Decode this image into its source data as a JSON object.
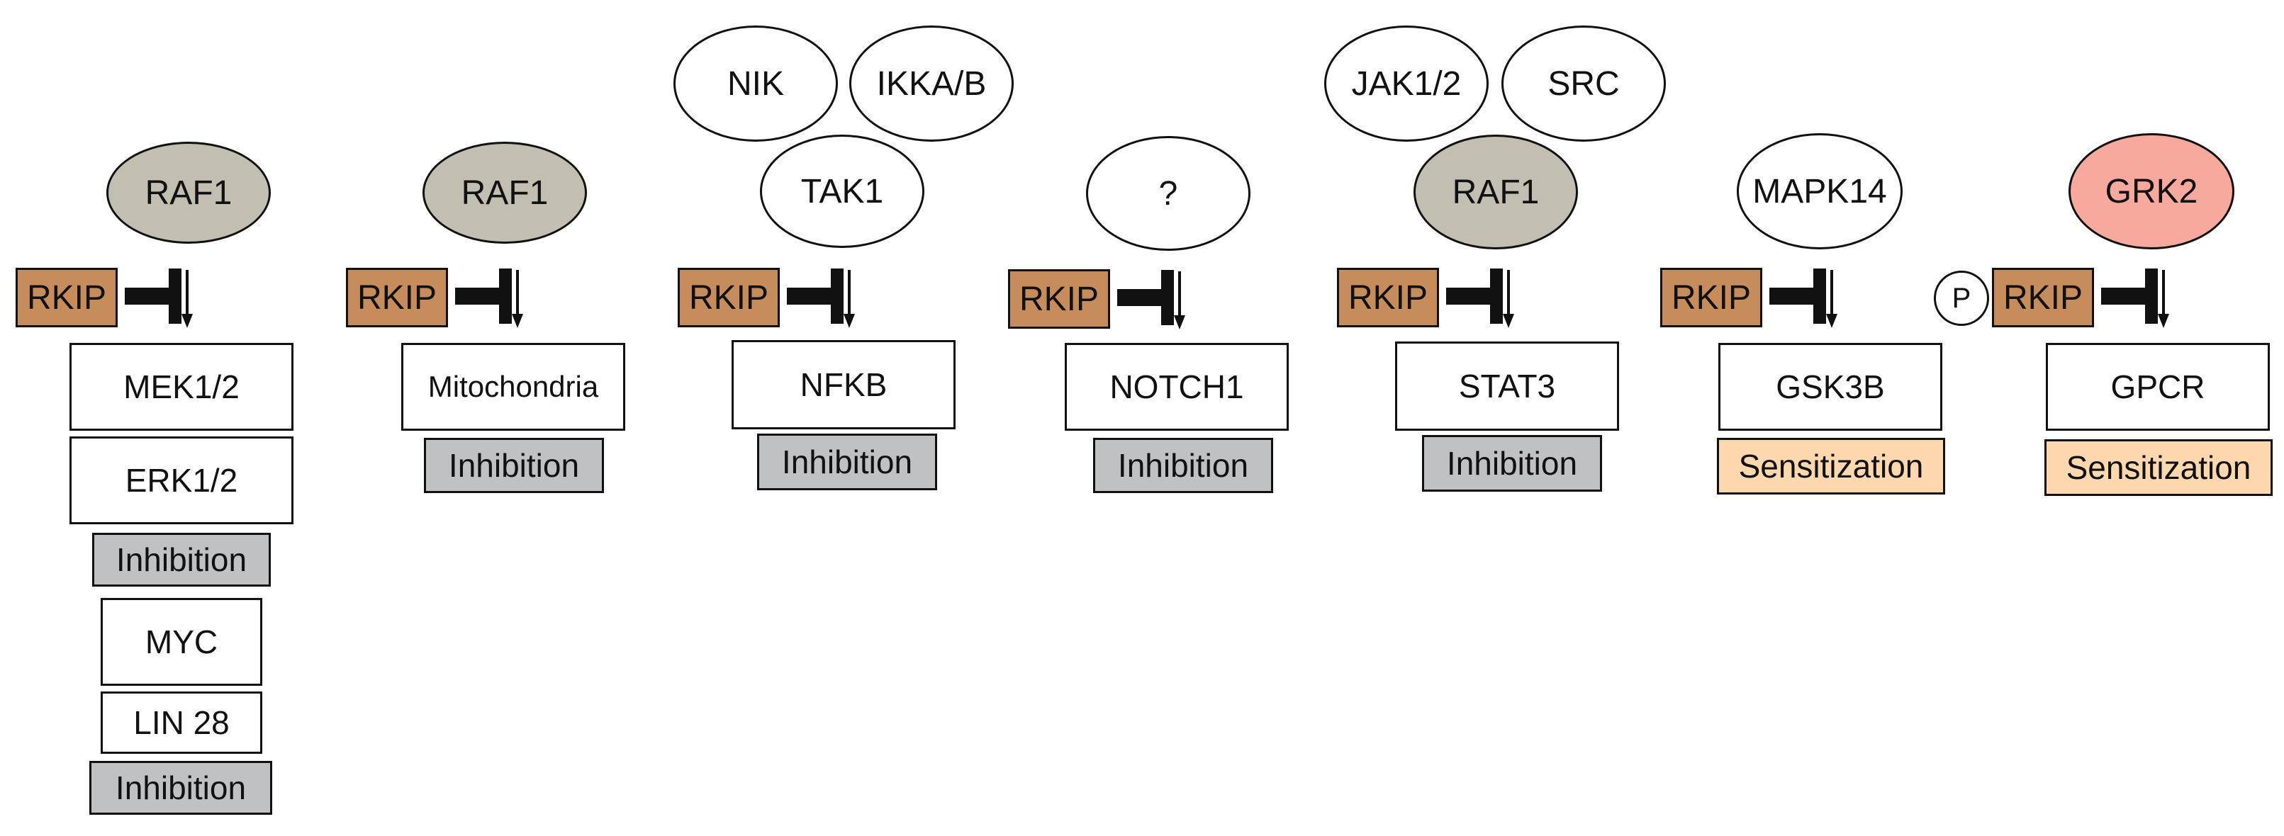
{
  "columns": [
    {
      "id": "col1",
      "ovals": [
        {
          "label": "RAF1",
          "style": "gray"
        }
      ],
      "rkip": "RKIP",
      "boxes": [
        "MEK1/2",
        "ERK1/2"
      ],
      "tag1": "Inhibition",
      "boxes2": [
        "MYC",
        "LIN 28"
      ],
      "tag2": "Inhibition"
    },
    {
      "id": "col2",
      "ovals": [
        {
          "label": "RAF1",
          "style": "gray"
        }
      ],
      "rkip": "RKIP",
      "boxes": [
        "Mitochondria"
      ],
      "tag1": "Inhibition"
    },
    {
      "id": "col3",
      "ovals": [
        {
          "label": "NIK"
        },
        {
          "label": "IKKA/B"
        },
        {
          "label": "TAK1"
        }
      ],
      "rkip": "RKIP",
      "boxes": [
        "NFKB"
      ],
      "tag1": "Inhibition"
    },
    {
      "id": "col4",
      "ovals": [
        {
          "label": "?"
        }
      ],
      "rkip": "RKIP",
      "boxes": [
        "NOTCH1"
      ],
      "tag1": "Inhibition"
    },
    {
      "id": "col5",
      "ovals": [
        {
          "label": "JAK1/2"
        },
        {
          "label": "SRC"
        },
        {
          "label": "RAF1",
          "style": "gray"
        }
      ],
      "rkip": "RKIP",
      "boxes": [
        "STAT3"
      ],
      "tag1": "Inhibition"
    },
    {
      "id": "col6",
      "ovals": [
        {
          "label": "MAPK14"
        }
      ],
      "rkip": "RKIP",
      "boxes": [
        "GSK3B"
      ],
      "tag1": "Sensitization"
    },
    {
      "id": "col7",
      "phospho": "P",
      "ovals": [
        {
          "label": "GRK2",
          "style": "pink"
        }
      ],
      "rkip": "RKIP",
      "boxes": [
        "GPCR"
      ],
      "tag1": "Sensitization"
    }
  ],
  "colors": {
    "raf1_gray": "#c2beb1",
    "grk2_pink": "#f7a99d",
    "rkip_brown": "#c68c5c",
    "inhibition_gray": "#bfc1c3",
    "sensitization_peach": "#fdd8ae"
  }
}
